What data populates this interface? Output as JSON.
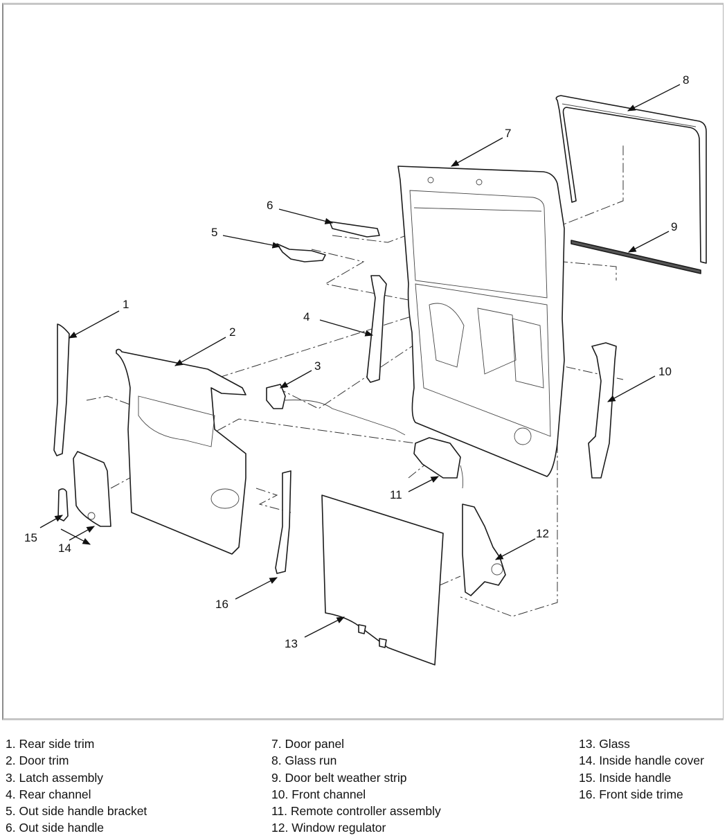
{
  "diagram": {
    "title": "Sliding door exploded view",
    "callouts": [
      "1",
      "2",
      "3",
      "4",
      "5",
      "6",
      "7",
      "8",
      "9",
      "10",
      "11",
      "12",
      "13",
      "14",
      "15",
      "16"
    ]
  },
  "legend": {
    "columns": [
      [
        "1. Rear side trim",
        "2. Door trim",
        "3. Latch assembly",
        "4. Rear channel",
        "5. Out side handle bracket",
        "6. Out side handle"
      ],
      [
        "7. Door panel",
        "8. Glass run",
        "9. Door belt weather strip",
        "10. Front channel",
        "11. Remote controller assembly",
        "12. Window regulator"
      ],
      [
        "13. Glass",
        "14. Inside handle cover",
        "15. Inside handle",
        "16. Front side trime"
      ]
    ]
  }
}
